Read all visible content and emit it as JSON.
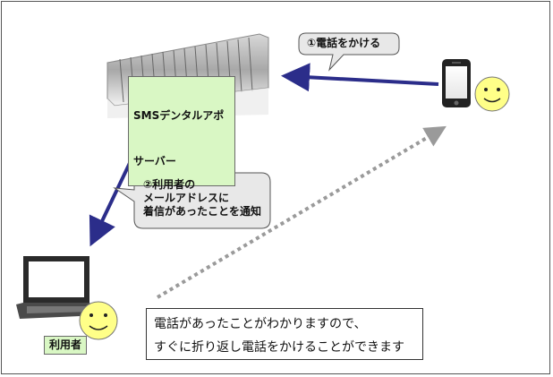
{
  "server": {
    "label_line1": "SMSデンタルアポ",
    "label_line2": "サーバー"
  },
  "callouts": {
    "call": "①電話をかける",
    "notify_line1": "②利用者の",
    "notify_line2": "メールアドレスに",
    "notify_line3": "着信があったことを通知"
  },
  "user": {
    "label": "利用者"
  },
  "info": {
    "line1": "電話があったことがわかりますので、",
    "line2": "すぐに折り返し電話をかけることができます"
  },
  "colors": {
    "arrow": "#2b2d8a",
    "dotted_arrow": "#9a9a9a",
    "label_bg": "#d9f7c4",
    "face": "#ffff88"
  }
}
